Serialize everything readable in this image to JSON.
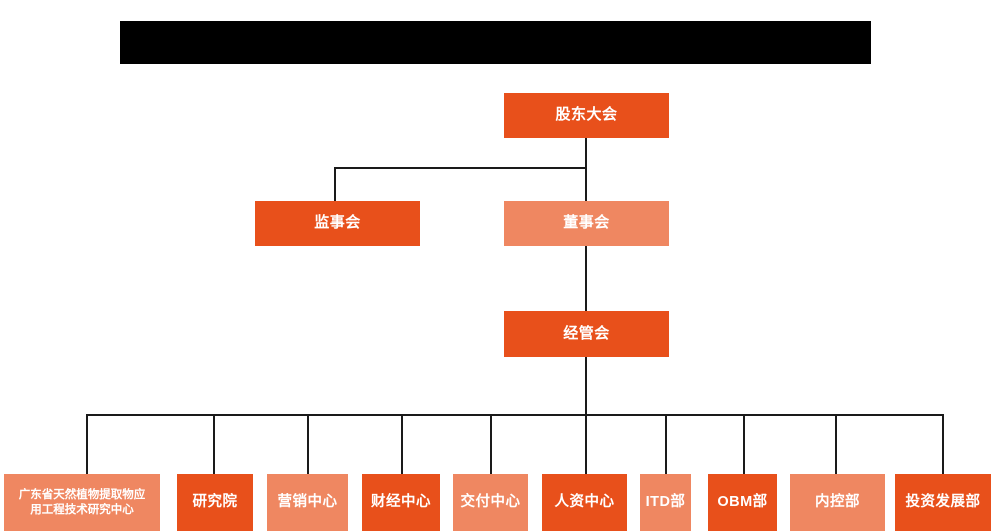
{
  "diagram": {
    "title_bar": {
      "name": "redacted-title-bar",
      "label": "",
      "color": "#000000"
    },
    "colors": {
      "dark_orange": "#E8501B",
      "light_orange": "#EF8761",
      "connector": "#1a1a1a",
      "background": "#ffffff",
      "text": "#ffffff"
    },
    "levels": {
      "level1": [
        {
          "id": "shareholders-meeting",
          "label": "股东大会",
          "style": "dark"
        }
      ],
      "level2": [
        {
          "id": "board-of-supervisors",
          "label": "监事会",
          "style": "dark"
        },
        {
          "id": "board-of-directors",
          "label": "董事会",
          "style": "light"
        }
      ],
      "level3": [
        {
          "id": "management-committee",
          "label": "经管会",
          "style": "dark"
        }
      ],
      "departments": [
        {
          "id": "guangdong-research-center",
          "label": "广东省天然植物提取物应用工程技术研究中心",
          "line1": "广东省天然植物提取物应",
          "line2": "用工程技术研究中心",
          "style": "light"
        },
        {
          "id": "research-institute",
          "label": "研究院",
          "style": "dark"
        },
        {
          "id": "marketing-center",
          "label": "营销中心",
          "style": "light"
        },
        {
          "id": "finance-center",
          "label": "财经中心",
          "style": "dark"
        },
        {
          "id": "delivery-center",
          "label": "交付中心",
          "style": "light"
        },
        {
          "id": "hr-center",
          "label": "人资中心",
          "style": "dark"
        },
        {
          "id": "itd-department",
          "label": "ITD部",
          "style": "light"
        },
        {
          "id": "obm-department",
          "label": "OBM部",
          "style": "dark"
        },
        {
          "id": "internal-control-department",
          "label": "内控部",
          "style": "light"
        },
        {
          "id": "investment-development-department",
          "label": "投资发展部",
          "style": "dark"
        }
      ]
    }
  }
}
